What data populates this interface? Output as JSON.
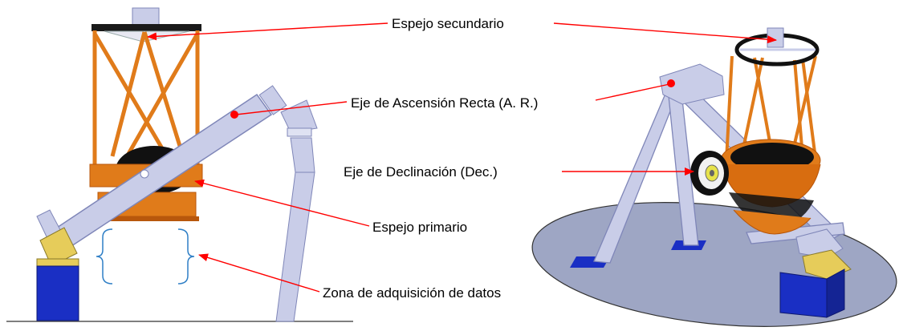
{
  "labels": {
    "secondary_mirror": "Espejo secundario",
    "ra_axis": "Eje de Ascensión Recta (A. R.)",
    "dec_axis": "Eje de Declinación (Dec.)",
    "primary_mirror": "Espejo primario",
    "data_zone": "Zona de adquisición de datos"
  },
  "colors": {
    "truss": "#e07b1a",
    "truss_dark": "#b8570c",
    "shaft": "#c9cde8",
    "shaft_edge": "#7f86b8",
    "base_blue": "#1a2fc4",
    "mount_yellow": "#e6cc5a",
    "ground": "#9ea6c4",
    "arrow": "#ff0000",
    "bracket": "#2f7fc6"
  }
}
